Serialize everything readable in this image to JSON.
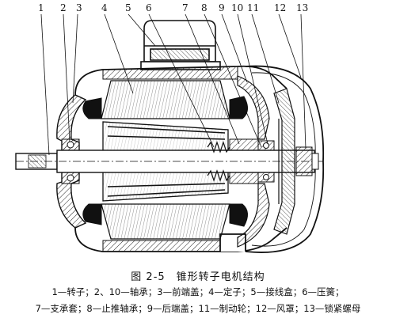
{
  "figure": {
    "number": "图 2-5",
    "title": "锥形转子电机结构",
    "callouts": [
      "1",
      "2",
      "3",
      "4",
      "5",
      "6",
      "7",
      "8",
      "9",
      "10",
      "11",
      "12",
      "13"
    ],
    "legend_line1": "1—转子；2、10—轴承；3—前端盖；4—定子；5—接线盒；6—压簧；",
    "legend_line2": "7—支承套；8—止推轴承；9—后端盖；11—制动轮；12—风罩；13—锁紧螺母"
  }
}
